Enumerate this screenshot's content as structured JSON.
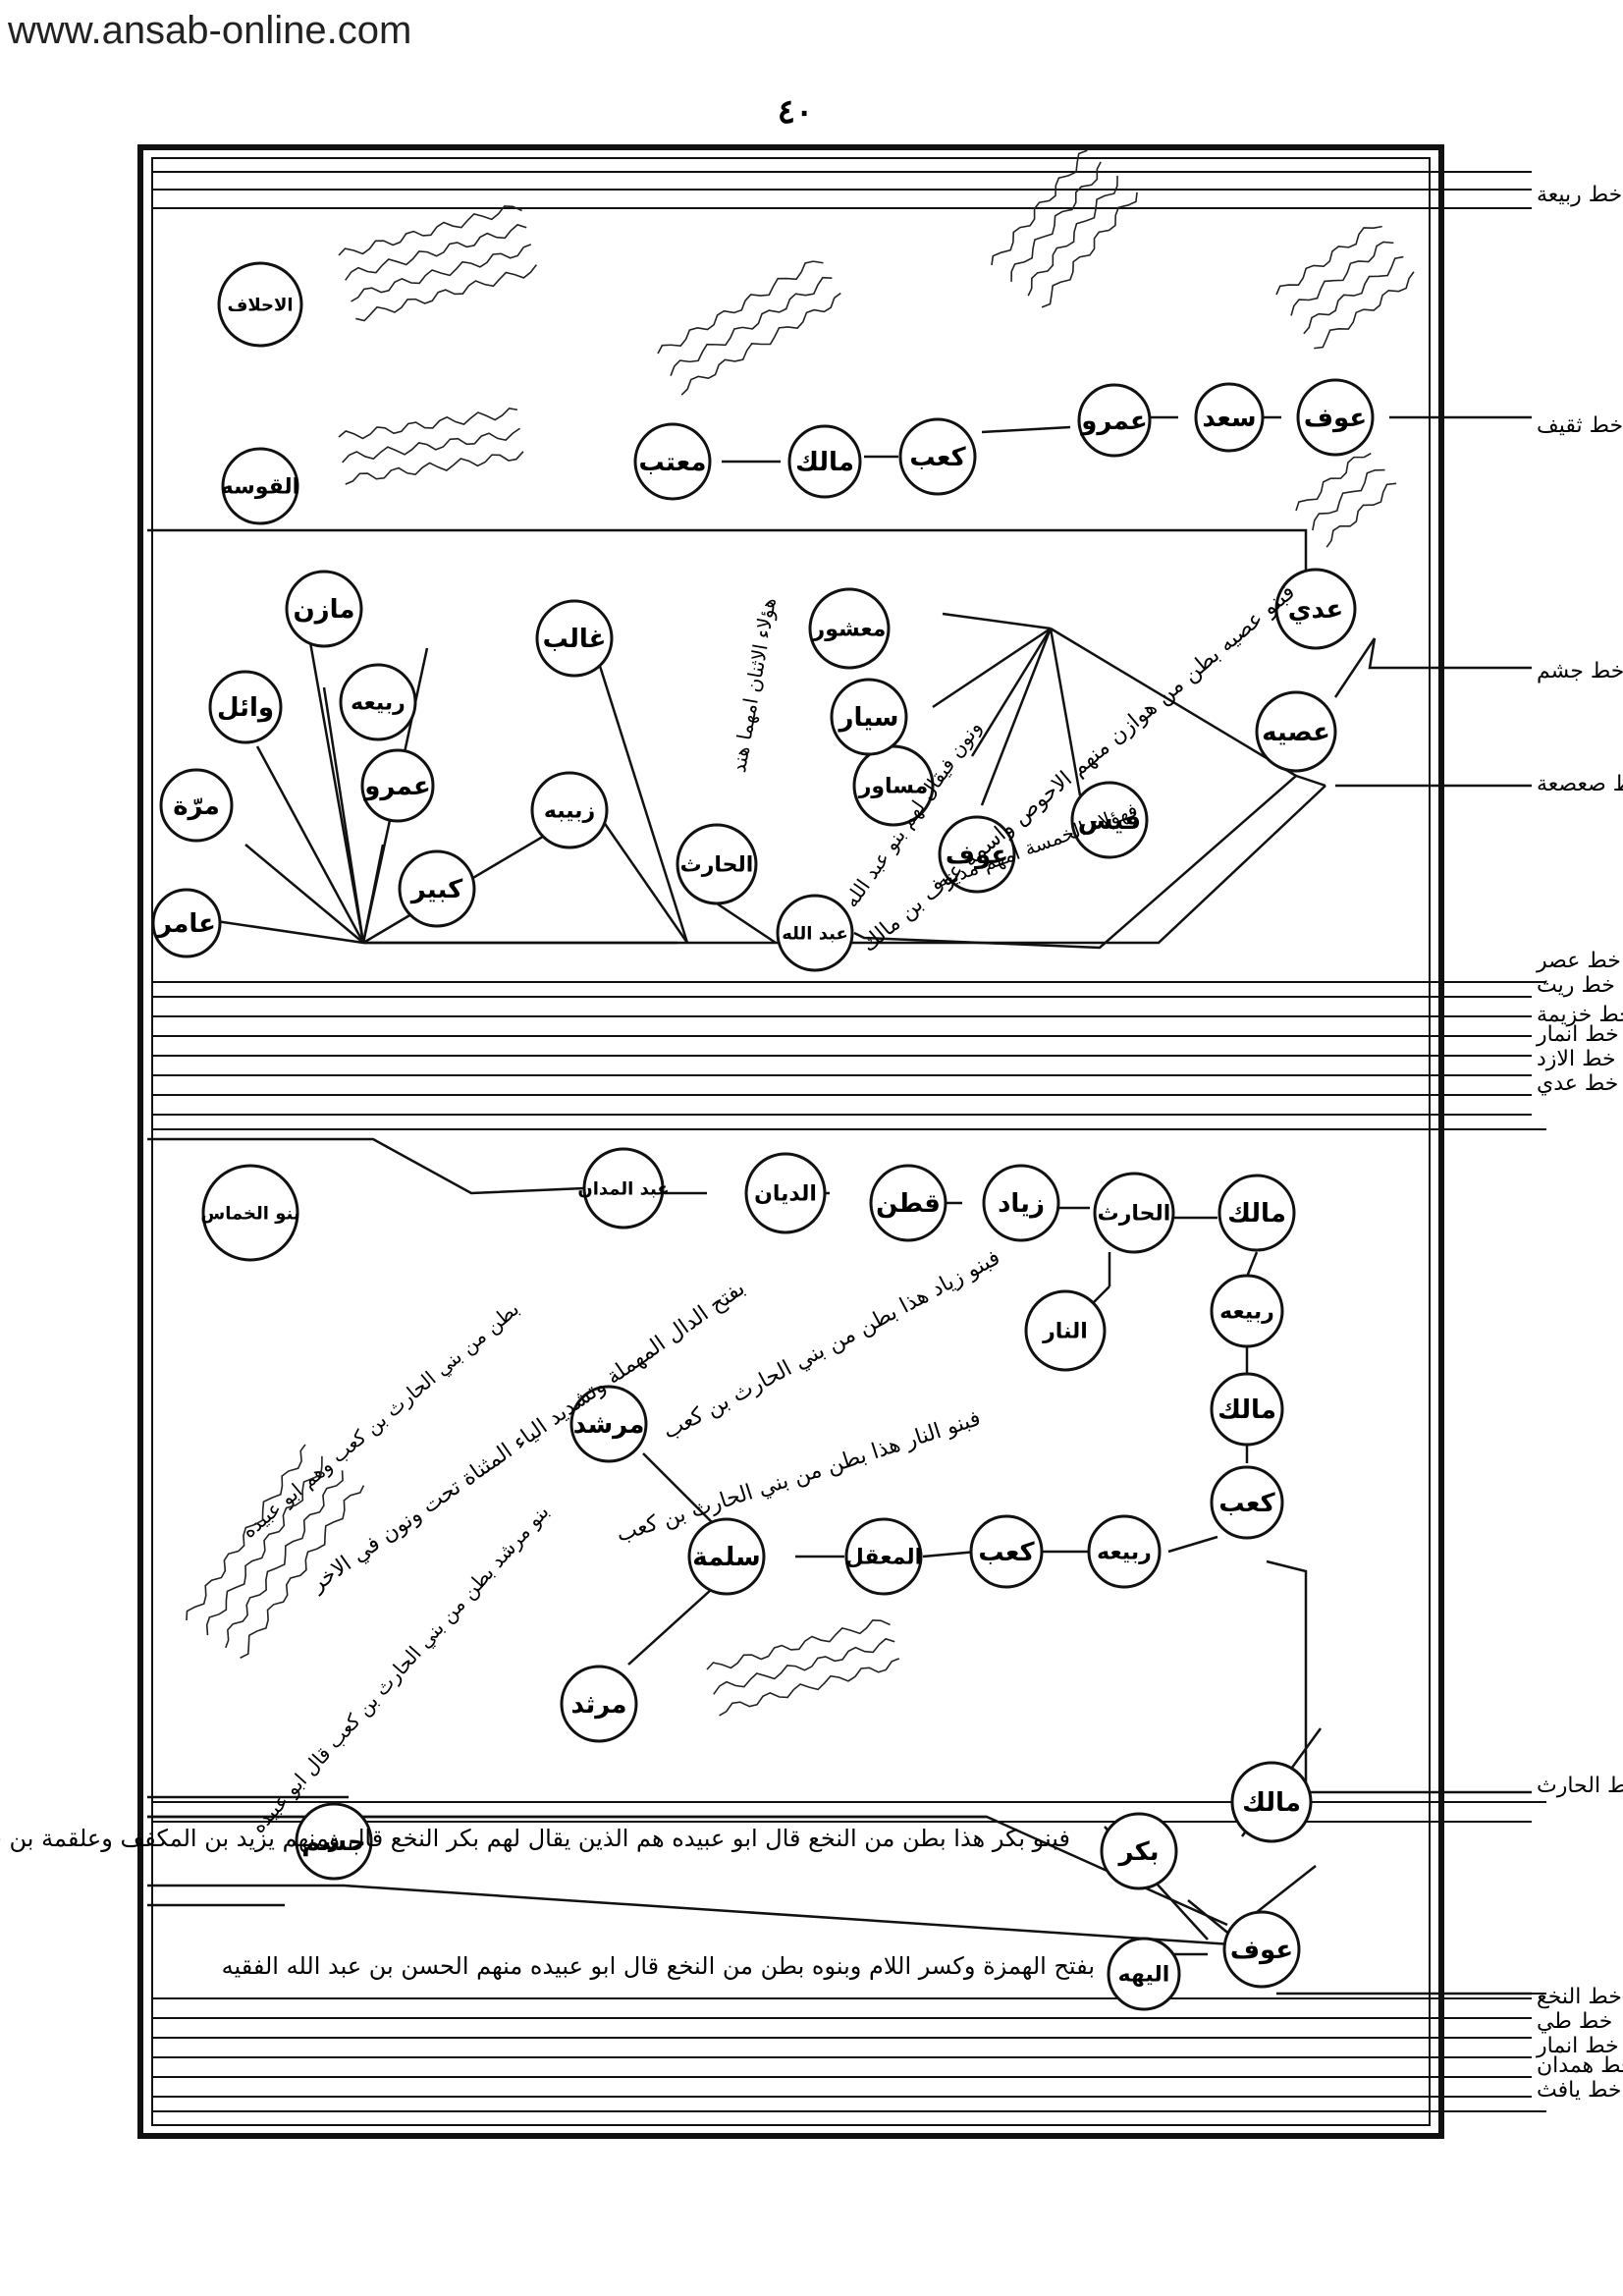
{
  "watermark": "www.ansab-online.com",
  "page_number": "٤٠",
  "side_labels": [
    "خط ربيعة",
    "خط ثقيف",
    "خط جشم",
    "خط صعصعة",
    "خط عصر",
    "خط ريث",
    "خط خزيمة",
    "خط انمار",
    "خط الازد",
    "خط عدي",
    "خط الحارث",
    "خط النخع",
    "خط طي",
    "خط انمار",
    "خط همدان",
    "خط يافث"
  ],
  "nodes": [
    {
      "id": "awf1",
      "label": "عوف"
    },
    {
      "id": "saad",
      "label": "سعد"
    },
    {
      "id": "amr1",
      "label": "عمرو"
    },
    {
      "id": "kaab1",
      "label": "كعب"
    },
    {
      "id": "malik1",
      "label": "مالك"
    },
    {
      "id": "muattib",
      "label": "معتب"
    },
    {
      "id": "ahlaf",
      "label": "الاحلاف"
    },
    {
      "id": "qawsa",
      "label": "القوسه"
    },
    {
      "id": "adi",
      "label": "عدي"
    },
    {
      "id": "usayya",
      "label": "عصيه"
    },
    {
      "id": "qays",
      "label": "قيس"
    },
    {
      "id": "awf2",
      "label": "عوف"
    },
    {
      "id": "musawir",
      "label": "مساور"
    },
    {
      "id": "sayyar",
      "label": "سيار"
    },
    {
      "id": "mashjur",
      "label": "معشور"
    },
    {
      "id": "abdallah",
      "label": "عبد الله"
    },
    {
      "id": "harith1",
      "label": "الحارث"
    },
    {
      "id": "ghalib",
      "label": "غالب"
    },
    {
      "id": "zubayba",
      "label": "زبيبه"
    },
    {
      "id": "kabir",
      "label": "كبير"
    },
    {
      "id": "amr2",
      "label": "عمرو"
    },
    {
      "id": "rabia1",
      "label": "ربيعه"
    },
    {
      "id": "mazin",
      "label": "مازن"
    },
    {
      "id": "wail",
      "label": "وائل"
    },
    {
      "id": "murra",
      "label": "مرّة"
    },
    {
      "id": "amir",
      "label": "عامر"
    },
    {
      "id": "malik2",
      "label": "مالك"
    },
    {
      "id": "harith2",
      "label": "الحارث"
    },
    {
      "id": "ziyad",
      "label": "زياد"
    },
    {
      "id": "qatan",
      "label": "قطن"
    },
    {
      "id": "dayyan",
      "label": "الديان"
    },
    {
      "id": "abdmadan",
      "label": "عبد المدان"
    },
    {
      "id": "nar",
      "label": "النار"
    },
    {
      "id": "rabia2",
      "label": "ربيعه"
    },
    {
      "id": "malik3",
      "label": "مالك"
    },
    {
      "id": "kaab2",
      "label": "كعب"
    },
    {
      "id": "rabia3",
      "label": "ربيعه"
    },
    {
      "id": "kaab3",
      "label": "كعب"
    },
    {
      "id": "muaqqal",
      "label": "المعقل"
    },
    {
      "id": "salama",
      "label": "سلمة"
    },
    {
      "id": "murshid",
      "label": "مرشد"
    },
    {
      "id": "marthad",
      "label": "مرثد"
    },
    {
      "id": "khammas",
      "label": "بنو الخماس"
    },
    {
      "id": "malik4",
      "label": "مالك"
    },
    {
      "id": "awf3",
      "label": "عوف"
    },
    {
      "id": "bakr",
      "label": "بكر"
    },
    {
      "id": "jusham",
      "label": "جشم"
    },
    {
      "id": "ilah",
      "label": "اليهه"
    }
  ],
  "notes": {
    "bakr": "فبنو بكر هذا بطن من النخع قال ابو عبيده هم الذين يقال لهم بكر النخع قال ومنهم يزيد بن المكفف وعلقمة بن قيس",
    "ilah": "بفتح الهمزة وكسر اللام وبنوه بطن من النخع قال ابو عبيده منهم الحسن بن عبد الله الفقيه",
    "ziyad": "فبنو زياد هذا بطن من بني الحارث بن كعب",
    "nar": "فبنو النار هذا بطن من بني الحارث بن كعب",
    "dayyan": "بفتح الدال المهملة وتشديد الياء المثناة تحت ونون في الاخر",
    "usayya": "فبنو عصيه بطن من هوازن منهم الاحوص واسمه عوف بن مالك",
    "qays": "فهؤلاء الخمسة امهم مدينه",
    "awf2": "ونون فيقال لهم بنو عبد الله",
    "harith1": "هؤلاء الاثنان امهما هند",
    "khammas": "بطن من بني الحارث بن كعب وهم ابو عبيده",
    "murshid": "بنو مرشد بطن من بني الحارث بن كعب قال ابو عبيده"
  }
}
